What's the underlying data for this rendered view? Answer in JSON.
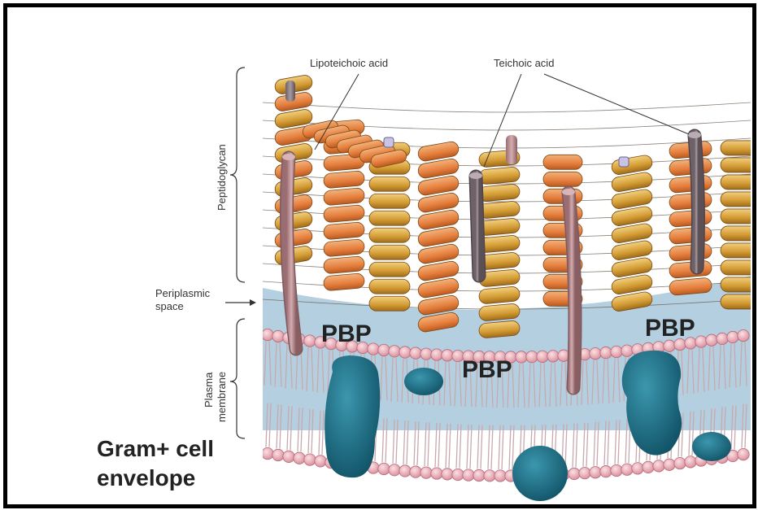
{
  "labels": {
    "lipoteichoic_acid": "Lipoteichoic acid",
    "teichoic_acid": "Teichoic acid",
    "peptidoglycan": "Peptidoglycan",
    "periplasmic_line1": "Periplasmic",
    "periplasmic_line2": "space",
    "plasma_membrane_line1": "Plasma",
    "plasma_membrane_line2": "membrane",
    "pbp_left": "PBP",
    "pbp_center": "PBP",
    "pbp_right": "PBP"
  },
  "caption": {
    "line1": "Gram+ cell",
    "line2": "envelope"
  },
  "colors": {
    "frame": "#000000",
    "periplasm": "#b3cfe0",
    "protein": "#1e6f86",
    "lipid_head": "#e8a7b1",
    "peptidoglycan_orange": "#e98d4e",
    "peptidoglycan_yellow": "#d9a23d",
    "teichoic_rod": "#8a7f86",
    "lipoteichoic_rod": "#b88f92"
  }
}
